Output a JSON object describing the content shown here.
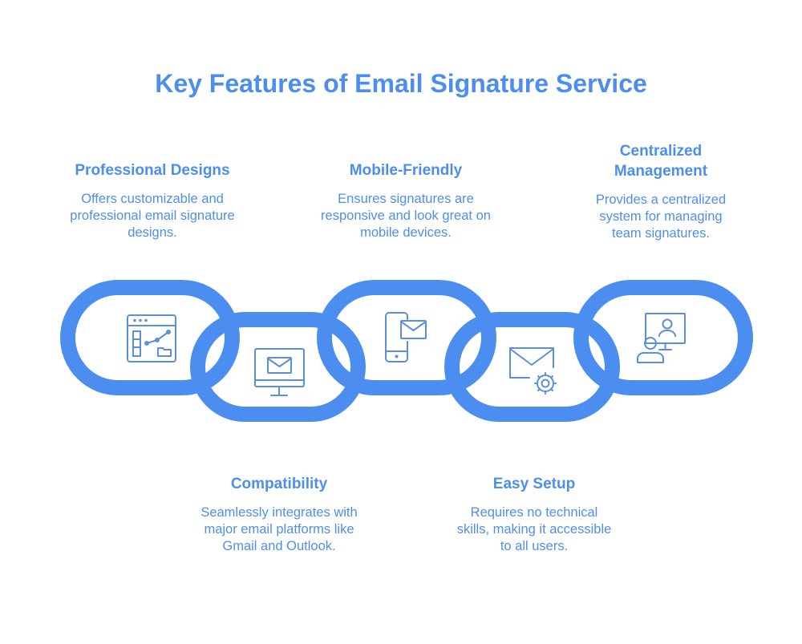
{
  "title": "Key Features of Email Signature Service",
  "colors": {
    "accent": "#4b8ef0",
    "text": "#4f8fec",
    "icon": "#5a8fe0",
    "background": "#ffffff"
  },
  "features": [
    {
      "heading": "Professional Designs",
      "description": "Offers customizable and professional email signature designs.",
      "icon": "dashboard-chart-icon"
    },
    {
      "heading": "Compatibility",
      "description": "Seamlessly integrates with major email platforms like Gmail and Outlook.",
      "icon": "monitor-mail-icon"
    },
    {
      "heading": "Mobile-Friendly",
      "description": "Ensures signatures are responsive and look great on mobile devices.",
      "icon": "phone-mail-icon"
    },
    {
      "heading": "Easy Setup",
      "description": "Requires no technical skills, making it accessible to all users.",
      "icon": "mail-gear-icon"
    },
    {
      "heading": "Centralized Management",
      "description": "Provides a centralized system for managing team signatures.",
      "icon": "user-monitor-icon"
    }
  ]
}
